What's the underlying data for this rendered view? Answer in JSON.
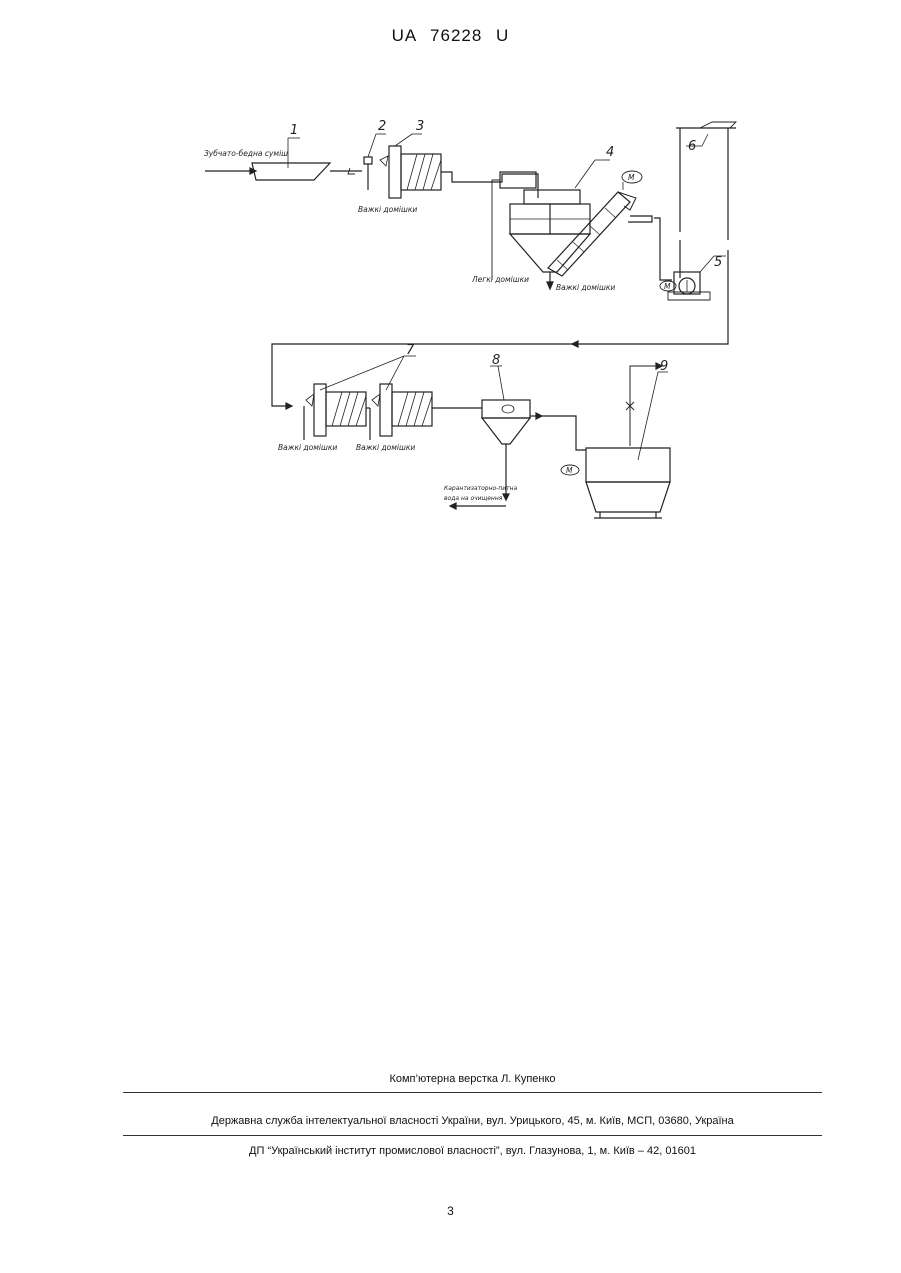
{
  "header": {
    "title": "UA   76228   U"
  },
  "diagram": {
    "numbers": [
      "1",
      "2",
      "3",
      "4",
      "5",
      "6",
      "7",
      "8",
      "9"
    ],
    "labels": {
      "input": "Зубчато-бедна суміш",
      "water1": "Важкі домішки",
      "light": "Легкі домішки",
      "water2": "Важкі домішки",
      "water3": "Важкі домішки",
      "water4": "Важкі домішки",
      "outflow_a": "Карантизаторно-питна",
      "outflow_b": "вода на очищення"
    }
  },
  "footer": {
    "line1": "Комп’ютерна верстка Л. Купенко",
    "line2": "Державна служба інтелектуальної власності України, вул. Урицького, 45, м. Київ, МСП, 03680, Україна",
    "line3": "ДП “Український інститут промислової власності”, вул. Глазунова, 1, м. Київ – 42, 01601"
  },
  "page_number": "3"
}
